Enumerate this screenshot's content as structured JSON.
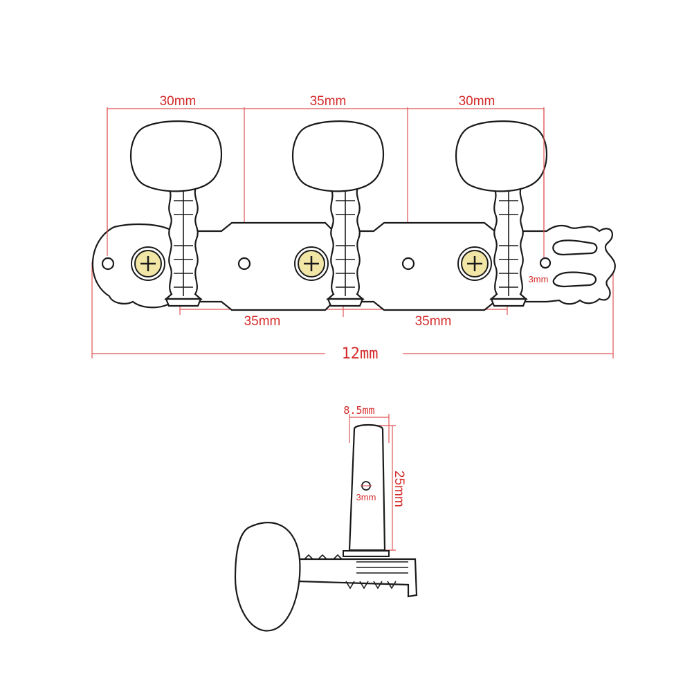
{
  "diagram": {
    "top_view": {
      "dims_top": [
        "30mm",
        "35mm",
        "30mm"
      ],
      "dims_bottom": [
        "35mm",
        "35mm"
      ],
      "overall_length": "12mm",
      "hole_label": "3mm"
    },
    "side_view": {
      "roller_width": "8.5mm",
      "roller_length": "25mm",
      "hole_label": "3mm"
    }
  },
  "colors": {
    "dimension": "#d42a2a",
    "outline": "#1a1a1a",
    "screw_head": "#f1e6a6"
  }
}
